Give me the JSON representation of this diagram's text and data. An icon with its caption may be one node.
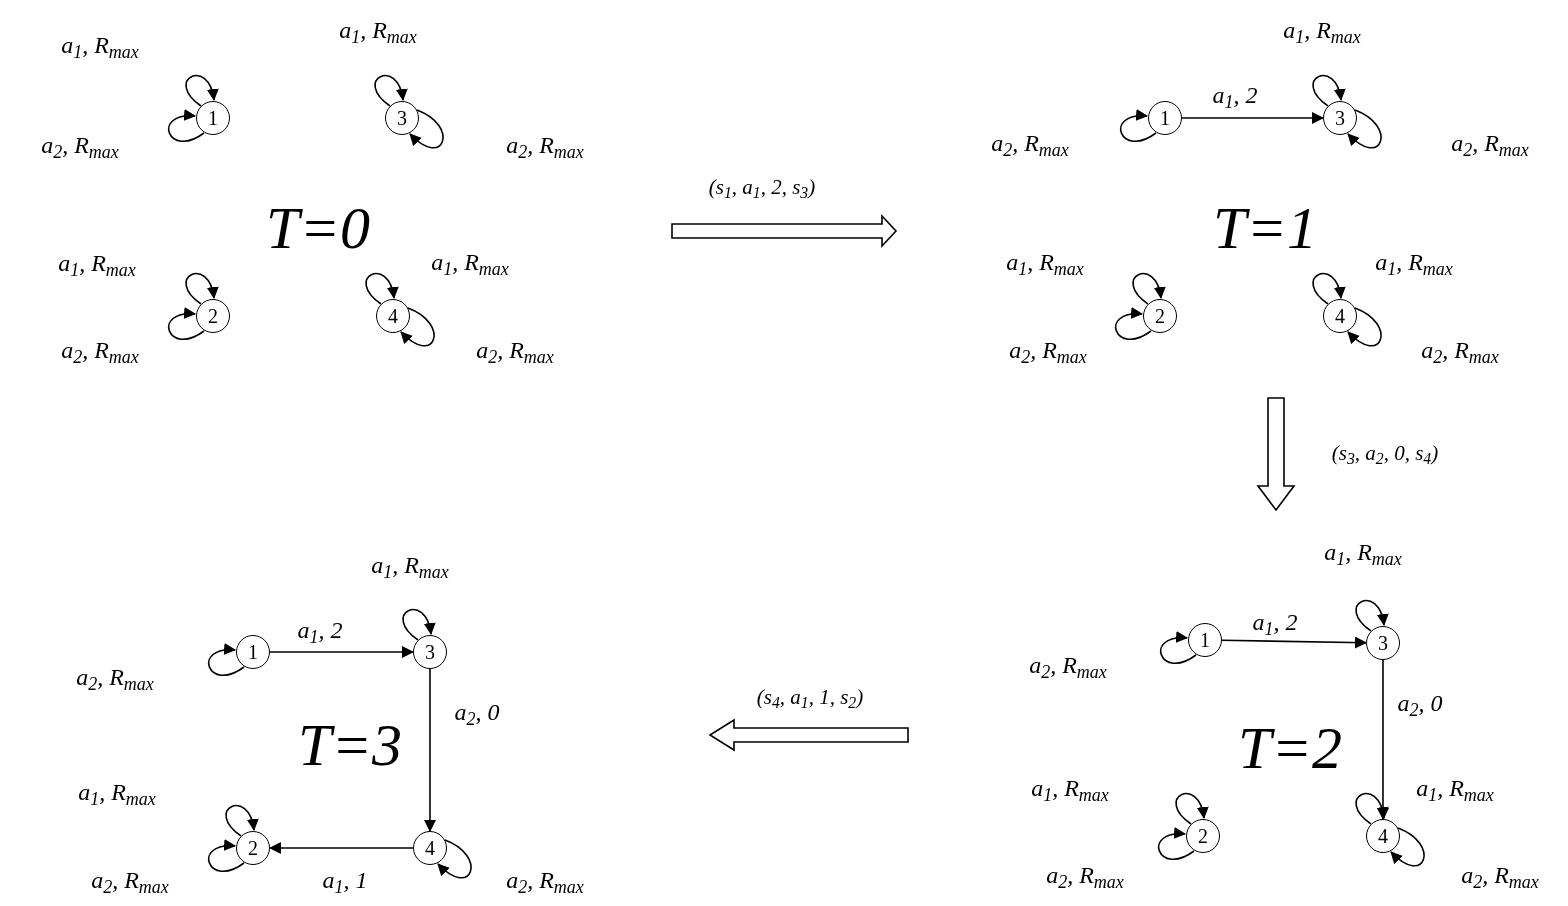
{
  "diagram": {
    "nodes": [
      {
        "text": [
          "1"
        ]
      },
      {
        "text": [
          "3"
        ]
      },
      {
        "text": [
          "2"
        ]
      },
      {
        "text": [
          "4"
        ]
      },
      {
        "text": [
          "1"
        ]
      },
      {
        "text": [
          "3"
        ]
      },
      {
        "text": [
          "2"
        ]
      },
      {
        "text": [
          "4"
        ]
      },
      {
        "text": [
          "1"
        ]
      },
      {
        "text": [
          "3"
        ]
      },
      {
        "text": [
          "2"
        ]
      },
      {
        "text": [
          "4"
        ]
      },
      {
        "text": [
          "1"
        ]
      },
      {
        "text": [
          "3"
        ]
      },
      {
        "text": [
          "2"
        ]
      },
      {
        "text": [
          "4"
        ]
      }
    ],
    "edges": [
      {
        "from": 0,
        "to": 0,
        "arrow": "to",
        "label": "a$_{1}$, R$_{max}$"
      },
      {
        "from": 0,
        "to": 0,
        "arrow": "to",
        "label": "a$_{2}$, R$_{max}$"
      },
      {
        "from": 1,
        "to": 1,
        "arrow": "to",
        "label": "a$_{1}$, R$_{max}$"
      },
      {
        "from": 1,
        "to": 1,
        "arrow": "to",
        "label": "a$_{2}$, R$_{max}$"
      },
      {
        "from": 2,
        "to": 2,
        "arrow": "to",
        "label": "a$_{1}$, R$_{max}$"
      },
      {
        "from": 2,
        "to": 2,
        "arrow": "to",
        "label": "a$_{2}$, R$_{max}$"
      },
      {
        "from": 3,
        "to": 3,
        "arrow": "to",
        "label": "a$_{1}$, R$_{max}$"
      },
      {
        "from": 3,
        "to": 3,
        "arrow": "to",
        "label": "a$_{2}$, R$_{max}$"
      },
      {
        "from": 4,
        "to": 4,
        "arrow": "to",
        "label": "a$_{2}$, R$_{max}$"
      },
      {
        "from": 4,
        "to": 5,
        "arrow": "to",
        "label": "a$_{1}$, 2"
      },
      {
        "from": 5,
        "to": 5,
        "arrow": "to",
        "label": "a$_{1}$, R$_{max}$"
      },
      {
        "from": 5,
        "to": 5,
        "arrow": "to",
        "label": "a$_{2}$, R$_{max}$"
      },
      {
        "from": 6,
        "to": 6,
        "arrow": "to",
        "label": "a$_{1}$, R$_{max}$"
      },
      {
        "from": 6,
        "to": 6,
        "arrow": "to",
        "label": "a$_{2}$, R$_{max}$"
      },
      {
        "from": 7,
        "to": 7,
        "arrow": "to",
        "label": "a$_{1}$, R$_{max}$"
      },
      {
        "from": 7,
        "to": 7,
        "arrow": "to",
        "label": "a$_{2}$, R$_{max}$"
      },
      {
        "from": 8,
        "to": 8,
        "arrow": "to",
        "label": "a$_{2}$, R$_{max}$"
      },
      {
        "from": 8,
        "to": 9,
        "arrow": "to",
        "label": "a$_{1}$, 2"
      },
      {
        "from": 9,
        "to": 9,
        "arrow": "to",
        "label": "a$_{1}$, R$_{max}$"
      },
      {
        "from": 9,
        "to": 11,
        "arrow": "to",
        "label": "a$_{2}$, 0"
      },
      {
        "from": 10,
        "to": 10,
        "arrow": "to",
        "label": "a$_{1}$, R$_{max}$"
      },
      {
        "from": 10,
        "to": 10,
        "arrow": "to",
        "label": "a$_{2}$, R$_{max}$"
      },
      {
        "from": 11,
        "to": 11,
        "arrow": "to",
        "label": "a$_{1}$, R$_{max}$"
      },
      {
        "from": 11,
        "to": 11,
        "arrow": "to",
        "label": "a$_{2}$, R$_{max}$"
      },
      {
        "from": 12,
        "to": 12,
        "arrow": "to",
        "label": "a$_{2}$, R$_{max}$"
      },
      {
        "from": 12,
        "to": 13,
        "arrow": "to",
        "label": "a$_{1}$, 2"
      },
      {
        "from": 13,
        "to": 13,
        "arrow": "to",
        "label": "a$_{1}$, R$_{max}$"
      },
      {
        "from": 13,
        "to": 15,
        "arrow": "to",
        "label": "a$_{2}$, 0"
      },
      {
        "from": 14,
        "to": 14,
        "arrow": "to",
        "label": "a$_{1}$, R$_{max}$"
      },
      {
        "from": 14,
        "to": 14,
        "arrow": "to",
        "label": "a$_{2}$, R$_{max}$"
      },
      {
        "from": 15,
        "to": 14,
        "arrow": "to",
        "label": "a$_{1}$, 1"
      },
      {
        "from": 15,
        "to": 15,
        "arrow": "to",
        "label": "a$_{2}$, R$_{max}$"
      }
    ],
    "labels": [
      "T=0",
      "(s$_{1}$, a$_{1}$, 2, s$_{3}$)",
      "T=1",
      "(s$_{3}$, a$_{2}$, 0, s$_{4}$)",
      "T=3",
      "(s$_{4}$, a$_{1}$, 1, s$_{2}$)",
      "T=2"
    ]
  }
}
